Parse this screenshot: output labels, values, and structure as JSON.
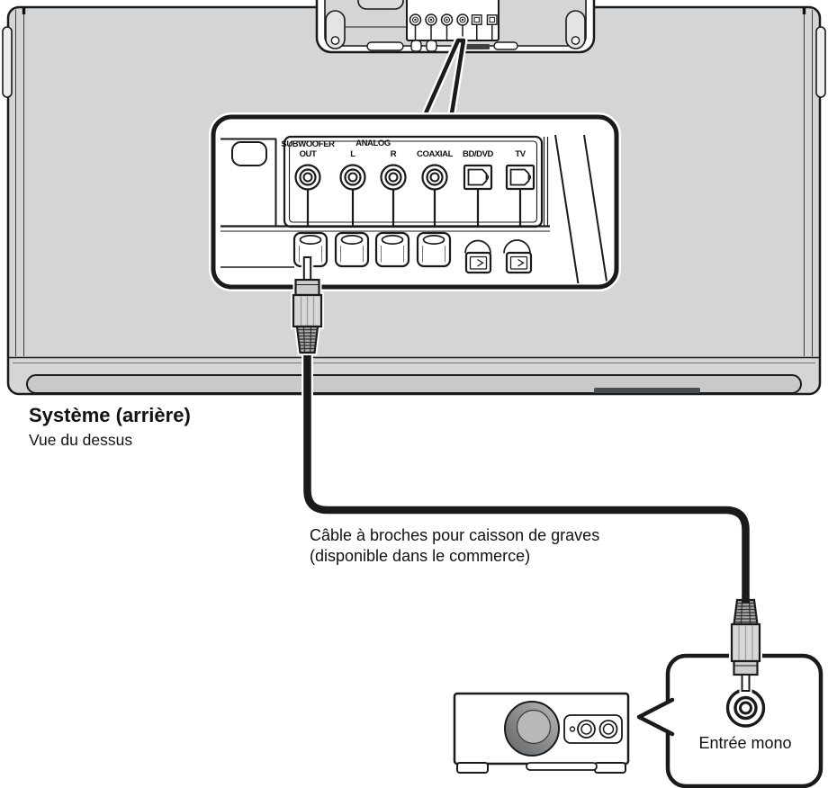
{
  "system": {
    "title": "Système (arrière)",
    "view": "Vue du dessus"
  },
  "rear_panel": {
    "labels": {
      "subwoofer_line1": "SUBWOOFER",
      "subwoofer_line2": "OUT",
      "analog": "ANALOG",
      "left": "L",
      "right": "R",
      "coaxial": "COAXIAL",
      "bd_dvd": "BD/DVD",
      "tv": "TV"
    },
    "connectors": [
      {
        "name": "SUBWOOFER OUT",
        "type": "rca",
        "connected": true
      },
      {
        "name": "ANALOG L",
        "type": "rca",
        "connected": false
      },
      {
        "name": "ANALOG R",
        "type": "rca",
        "connected": false
      },
      {
        "name": "COAXIAL",
        "type": "rca",
        "connected": false
      },
      {
        "name": "BD/DVD",
        "type": "optical",
        "connected": false
      },
      {
        "name": "TV",
        "type": "optical",
        "connected": false
      }
    ]
  },
  "cable": {
    "label_line1": "Câble à broches pour caisson de graves",
    "label_line2": "(disponible dans le commerce)"
  },
  "subwoofer": {
    "input_label": "Entrée mono"
  },
  "colors": {
    "outline": "#1a1a1a",
    "system_body": "#d4d5d6",
    "system_bar": "#c8c9cb",
    "plug_body": "#d6d7d9",
    "plug_collar": "#cbccce",
    "plug_grip": "#a8a9ab",
    "woofer_dark": "#707173",
    "woofer_light": "#b7b8ba"
  }
}
